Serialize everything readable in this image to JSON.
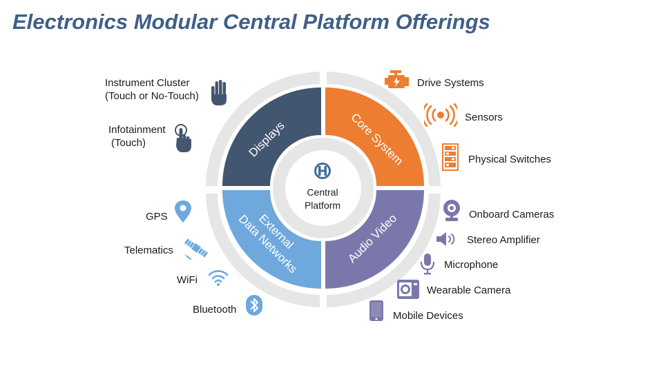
{
  "title": "Electronics Modular Central Platform Offerings",
  "colors": {
    "title": "#3f5f87",
    "displays": "#435670",
    "core_system": "#ed7d31",
    "audio_video": "#7a78aa",
    "external_data_networks": "#6ea8dc",
    "outer_ring": "#e6e6e6",
    "center": "#ffffff"
  },
  "center": {
    "line1": "Central",
    "line2": "Platform",
    "logo_icon": "h-logo-icon"
  },
  "quadrants": {
    "displays": "Displays",
    "core_system": "Core System",
    "audio_video": "Audio Video",
    "external_data_networks": {
      "line1": "External",
      "line2": "Data Networks"
    }
  },
  "displays_items": [
    {
      "line1": "Instrument Cluster",
      "line2": "(Touch or No-Touch)",
      "icon": "hand-icon"
    },
    {
      "line1": "Infotainment",
      "line2": "(Touch)",
      "icon": "touch-finger-icon"
    }
  ],
  "core_items": [
    {
      "label": "Drive Systems",
      "icon": "engine-icon"
    },
    {
      "label": "Sensors",
      "icon": "sensor-signal-icon"
    },
    {
      "label": "Physical Switches",
      "icon": "switch-panel-icon"
    }
  ],
  "audio_video_items": [
    {
      "label": "Onboard Cameras",
      "icon": "webcam-icon"
    },
    {
      "label": "Stereo Amplifier",
      "icon": "speaker-icon"
    },
    {
      "label": "Microphone",
      "icon": "microphone-icon"
    },
    {
      "label": "Wearable Camera",
      "icon": "action-camera-icon"
    },
    {
      "label": "Mobile Devices",
      "icon": "smartphone-icon"
    }
  ],
  "network_items": [
    {
      "label": "GPS",
      "icon": "map-pin-icon"
    },
    {
      "label": "Telematics",
      "icon": "satellite-icon"
    },
    {
      "label": "WiFi",
      "icon": "wifi-icon"
    },
    {
      "label": "Bluetooth",
      "icon": "bluetooth-icon"
    }
  ]
}
